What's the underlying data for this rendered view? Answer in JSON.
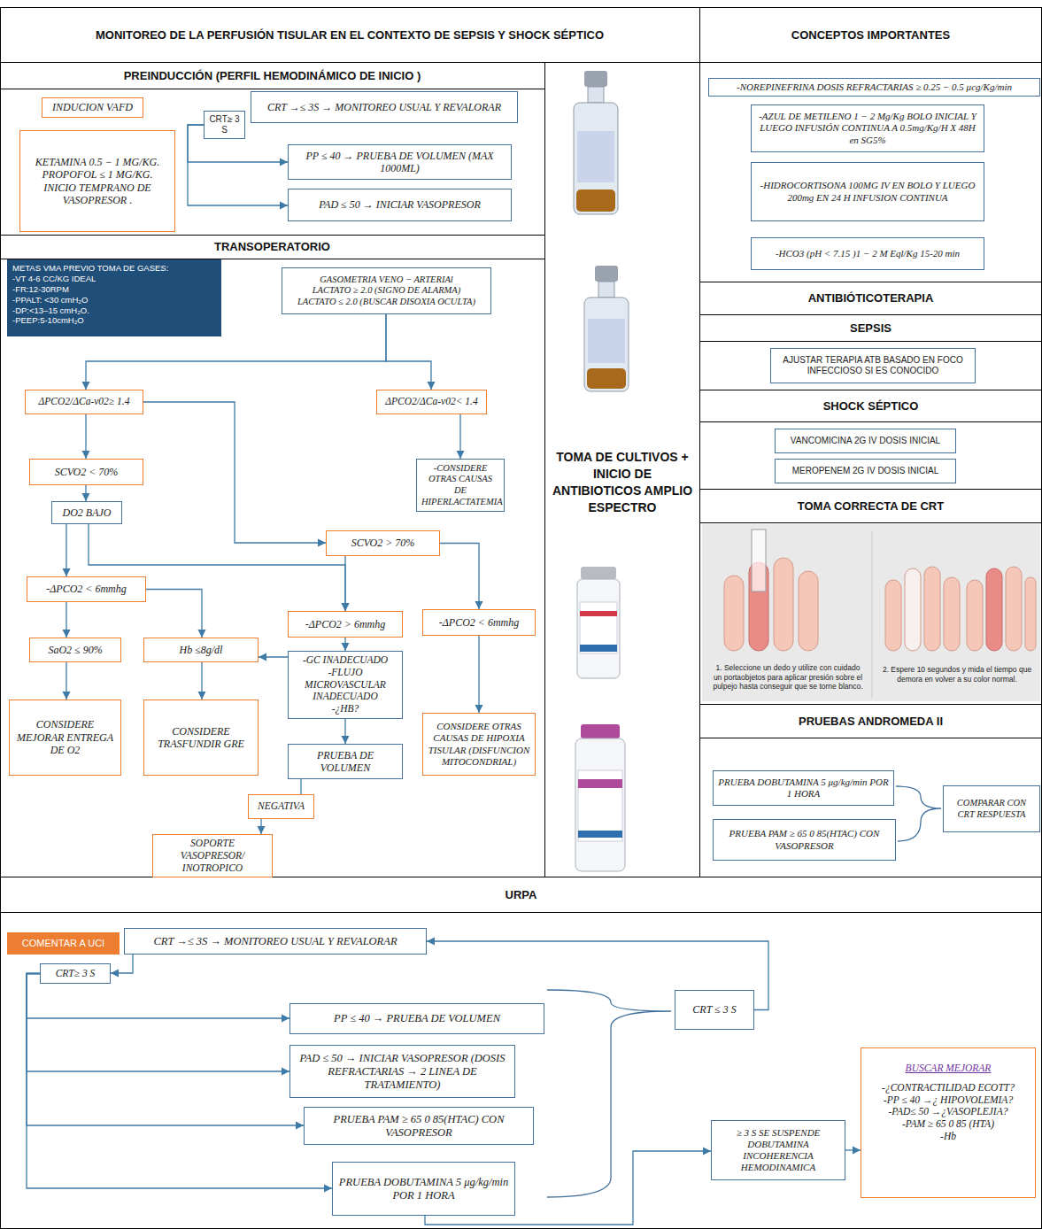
{
  "diagram": {
    "title": "MONITOREO DE LA PERFUSIÓN TISULAR EN EL CONTEXTO DE SEPSIS Y SHOCK SÉPTICO",
    "nodes": [
      {
        "text": [
          "INDUCION VAFD"
        ]
      },
      {
        "text": [
          "KETAMINA 0.5 − 1 MG/KG. PROPOFOL ≤ 1 MG/KG. INICIO TEMPRANO DE VASOPRESOR ."
        ]
      },
      {
        "text": [
          "CRT≥ 3 S"
        ]
      },
      {
        "text": [
          "CRT →≤ 3S → MONITOREO USUAL Y REVALORAR"
        ]
      },
      {
        "text": [
          "PP ≤ 40 → PRUEBA DE VOLUMEN (MAX 1000ML)"
        ]
      },
      {
        "text": [
          "PAD ≤ 50 → INICIAR VASOPRESOR"
        ]
      },
      {
        "text": [
          "METAS VMA PREVIO TOMA DE GASES:",
          "-VT 4-6 CC/KG IDEAL",
          "-FR:12-30RPM",
          "-PPALT: <30 cmH₂O",
          "-DP:<13–15 cmH₂O.",
          "-PEEP:5-10cmH₂O"
        ]
      },
      {
        "text": [
          "GASOMETRIA VENO − ARTERIAl",
          "LACTATO ≥ 2.0 (SIGNO DE ALARMA)",
          "LACTATO ≤ 2.0 (BUSCAR DISOXIA OCULTA)"
        ]
      },
      {
        "text": [
          "ΔPCO2/ΔCa-v02≥ 1.4"
        ]
      },
      {
        "text": [
          "ΔPCO2/ΔCa-v02< 1.4"
        ]
      },
      {
        "text": [
          "SCVO2 < 70%"
        ]
      },
      {
        "text": [
          "-CONSIDERE OTRAS CAUSAS DE HIPERLACTATEMIA"
        ]
      },
      {
        "text": [
          "DO2 BAJO"
        ]
      },
      {
        "text": [
          "SCVO2 > 70%"
        ]
      },
      {
        "text": [
          "-ΔPCO2 < 6mmhg"
        ]
      },
      {
        "text": [
          "-ΔPCO2 > 6mmhg"
        ]
      },
      {
        "text": [
          "-ΔPCO2 < 6mmhg"
        ]
      },
      {
        "text": [
          "SaO2 ≤ 90%"
        ]
      },
      {
        "text": [
          "Hb ≤8g/dl"
        ]
      },
      {
        "text": [
          "-GC INADECUADO",
          "-FLUJO MICROVASCULAR INADECUADO",
          "-¿HB?"
        ]
      },
      {
        "text": [
          "CONSIDERE MEJORAR ENTREGA DE O2"
        ]
      },
      {
        "text": [
          "CONSIDERE TRASFUNDIR GRE"
        ]
      },
      {
        "text": [
          "PRUEBA DE VOLUMEN"
        ]
      },
      {
        "text": [
          "CONSIDERE OTRAS CAUSAS DE HIPOXIA TISULAR (DISFUNCION MITOCONDRIAL)"
        ]
      },
      {
        "text": [
          "NEGATIVA"
        ]
      },
      {
        "text": [
          "SOPORTE VASOPRESOR/ INOTROPICO"
        ]
      },
      {
        "text": [
          "-NOREPINEFRINA DOSIS REFRACTARIAS ≥ 0.25 − 0.5 μcg/Kg/min"
        ]
      },
      {
        "text": [
          "-AZUL DE METILENO 1 − 2 Mg/Kg BOLO INICIAL Y LUEGO INFUSIÓN CONTINUA A 0.5mg/Kg/H X 48H en SG5%"
        ]
      },
      {
        "text": [
          "-HIDROCORTISONA 100MG IV EN BOLO Y LUEGO 200mg EN 24 H INFUSION CONTINUA"
        ]
      },
      {
        "text": [
          "-HCO3 (pH < 7.15 )1 − 2 M Eql/Kg 15-20 min"
        ]
      },
      {
        "text": [
          "AJUSTAR TERAPIA ATB BASADO EN FOCO INFECCIOSO SI ES CONOCIDO"
        ]
      },
      {
        "text": [
          "VANCOMICINA 2G IV DOSIS INICIAL"
        ]
      },
      {
        "text": [
          "MEROPENEM 2G IV DOSIS INICIAL"
        ]
      },
      {
        "text": [
          "PRUEBA DOBUTAMINA 5 μg/kg/min POR 1 HORA"
        ]
      },
      {
        "text": [
          "PRUEBA PAM ≥ 65 0 85(HTAC) CON VASOPRESOR"
        ]
      },
      {
        "text": [
          "COMPARAR CON CRT RESPUESTA"
        ]
      },
      {
        "text": [
          "COMENTAR A UCI"
        ]
      },
      {
        "text": [
          "CRT →≤ 3S → MONITOREO USUAL Y REVALORAR"
        ]
      },
      {
        "text": [
          "CRT≥ 3 S"
        ]
      },
      {
        "text": [
          "PP ≤ 40 → PRUEBA DE VOLUMEN"
        ]
      },
      {
        "text": [
          "PAD ≤ 50 → INICIAR VASOPRESOR (DOSIS REFRACTARIAS → 2 LINEA DE TRATAMIENTO)"
        ]
      },
      {
        "text": [
          "PRUEBA PAM ≥ 65 0 85(HTAC) CON VASOPRESOR"
        ]
      },
      {
        "text": [
          "PRUEBA DOBUTAMINA 5 μg/kg/min POR 1 HORA"
        ]
      },
      {
        "text": [
          "CRT ≤ 3 S"
        ]
      },
      {
        "text": [
          "≥ 3 S SE SUSPENDE DOBUTAMINA INCOHERENCIA HEMODINAMICA"
        ]
      },
      {
        "text": [
          "BUSCAR MEJORAR",
          "-¿CONTRACTILIDAD ECOTT?",
          "-PP ≤ 40 →¿ HIPOVOLEMIA?",
          "-PAD≤ 50 →¿VASOPLEJIA?",
          "-PAM ≥ 65 0 85 (HTA)",
          "-Hb"
        ]
      }
    ],
    "edges": [
      {
        "from": 2,
        "to": 4,
        "arrow": "to"
      },
      {
        "from": 2,
        "to": 5,
        "arrow": "to"
      },
      {
        "from": 7,
        "to": 8,
        "arrow": "to"
      },
      {
        "from": 7,
        "to": 9,
        "arrow": "to"
      },
      {
        "from": 8,
        "to": 10,
        "arrow": "to"
      },
      {
        "from": 8,
        "to": 13,
        "arrow": "to"
      },
      {
        "from": 9,
        "to": 11,
        "arrow": "to"
      },
      {
        "from": 10,
        "to": 12,
        "arrow": "to"
      },
      {
        "from": 12,
        "to": 14,
        "arrow": "to"
      },
      {
        "from": 12,
        "to": 15,
        "arrow": "to"
      },
      {
        "from": 13,
        "to": 15,
        "arrow": "to"
      },
      {
        "from": 13,
        "to": 16,
        "arrow": "to"
      },
      {
        "from": 14,
        "to": 17,
        "arrow": "to"
      },
      {
        "from": 14,
        "to": 18,
        "arrow": "to"
      },
      {
        "from": 17,
        "to": 20,
        "arrow": "to"
      },
      {
        "from": 18,
        "to": 21,
        "arrow": "to"
      },
      {
        "from": 15,
        "to": 19,
        "arrow": "to"
      },
      {
        "from": 19,
        "to": 18,
        "arrow": "to"
      },
      {
        "from": 19,
        "to": 22,
        "arrow": "to"
      },
      {
        "from": 16,
        "to": 23,
        "arrow": "to"
      },
      {
        "from": 22,
        "to": 24,
        "arrow": "none"
      },
      {
        "from": 24,
        "to": 25,
        "arrow": "to"
      },
      {
        "from": 37,
        "to": 38,
        "arrow": "to"
      },
      {
        "from": 38,
        "to": 39,
        "arrow": "to"
      },
      {
        "from": 38,
        "to": 40,
        "arrow": "to"
      },
      {
        "from": 38,
        "to": 41,
        "arrow": "to"
      },
      {
        "from": 38,
        "to": 42,
        "arrow": "to"
      },
      {
        "from": 43,
        "to": 37,
        "arrow": "to"
      },
      {
        "from": 42,
        "to": 44,
        "arrow": "to"
      },
      {
        "from": 44,
        "to": 45,
        "arrow": "to"
      }
    ],
    "labels": [
      "CONCEPTOS IMPORTANTES",
      "PREINDUCCIÓN (PERFIL HEMODINÁMICO DE INICIO )",
      "TRANSOPERATORIO",
      "TOMA DE CULTIVOS + INICIO DE ANTIBIOTICOS AMPLIO ESPECTRO",
      "ANTIBIÓTICOTERAPIA",
      "SEPSIS",
      "SHOCK SÉPTICO",
      "TOMA CORRECTA DE CRT",
      "1. Seleccione un dedo y utilize con cuidado un portaobjetos para aplicar presión sobre el pulpejo hasta conseguir que se torne blanco.",
      "2. Espere 10 segundos y mida el tiempo que demora en volver a su color normal.",
      "PRUEBAS ANDROMEDA II",
      "URPA"
    ]
  }
}
